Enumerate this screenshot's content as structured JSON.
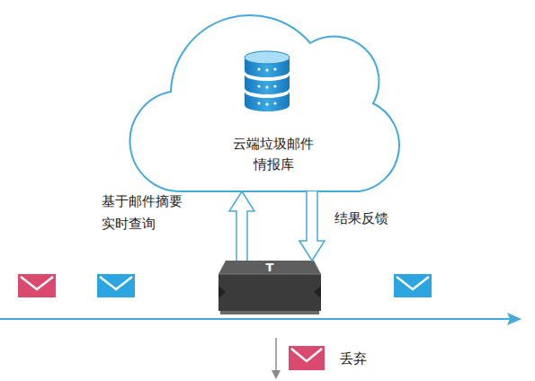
{
  "diagram": {
    "nodes": [
      {
        "text": [
          "云端垃圾邮件 情报库"
        ]
      },
      {
        "text": [
          "T"
        ]
      }
    ],
    "edges": [
      {
        "from": 1,
        "to": 0,
        "label": "基于邮件摘要 实时查询",
        "arrow": "to"
      },
      {
        "from": 0,
        "to": 1,
        "label": "结果反馈",
        "arrow": "to"
      }
    ],
    "labels": [
      "丢弃"
    ]
  }
}
